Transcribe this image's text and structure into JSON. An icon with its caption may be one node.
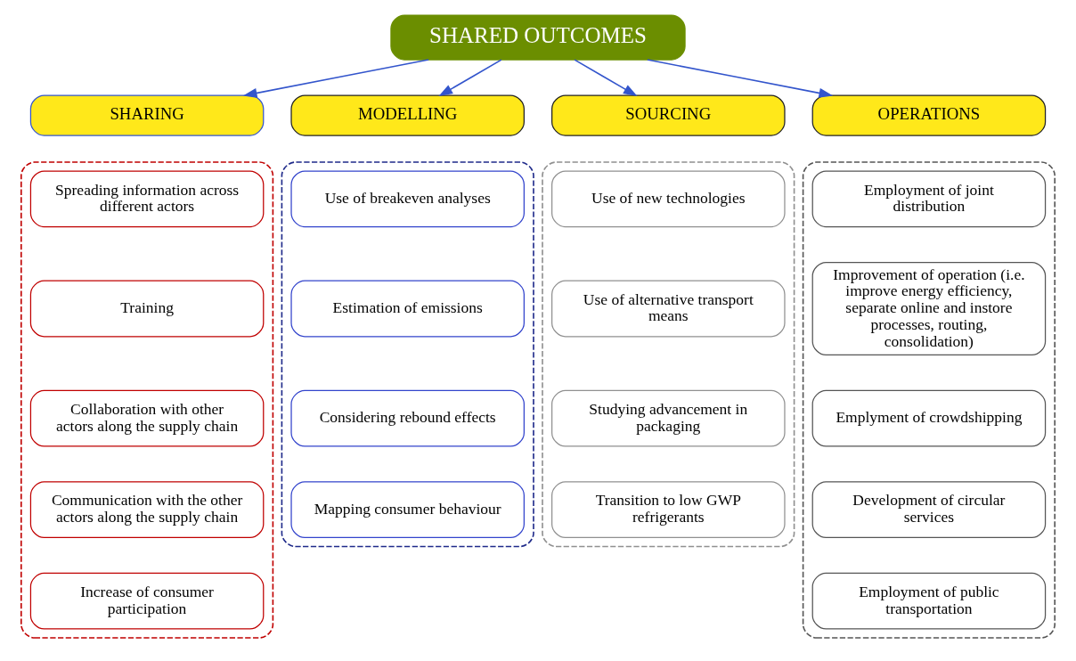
{
  "diagram": {
    "nodes": [
      {
        "text": [
          "SHARED OUTCOMES"
        ]
      },
      {
        "text": [
          "SHARING"
        ]
      },
      {
        "text": [
          "MODELLING"
        ]
      },
      {
        "text": [
          "SOURCING"
        ]
      },
      {
        "text": [
          "OPERATIONS"
        ]
      },
      {
        "text": [],
        "shape": "box"
      },
      {
        "text": [
          "Spreading information across different actors"
        ],
        "in": 5
      },
      {
        "text": [
          "Training"
        ],
        "in": 5
      },
      {
        "text": [
          "Collaboration with other actors along the supply chain"
        ],
        "in": 5
      },
      {
        "text": [
          "Communication with the other actors along the supply chain"
        ],
        "in": 5
      },
      {
        "text": [
          "Increase of consumer participation"
        ],
        "in": 5
      },
      {
        "text": [],
        "shape": "box"
      },
      {
        "text": [
          "Use of breakeven analyses"
        ],
        "in": 11
      },
      {
        "text": [
          "Estimation of emissions"
        ],
        "in": 11
      },
      {
        "text": [
          "Considering rebound effects"
        ],
        "in": 11
      },
      {
        "text": [
          "Mapping consumer behaviour"
        ],
        "in": 11
      },
      {
        "text": [],
        "shape": "box"
      },
      {
        "text": [
          "Use of new technologies"
        ],
        "in": 16
      },
      {
        "text": [
          "Use of alternative transport means"
        ],
        "in": 16
      },
      {
        "text": [
          "Studying advancement in packaging"
        ],
        "in": 16
      },
      {
        "text": [
          "Transition to low GWP refrigerants"
        ],
        "in": 16
      },
      {
        "text": [],
        "shape": "box"
      },
      {
        "text": [
          "Employment of joint distribution"
        ],
        "in": 21
      },
      {
        "text": [
          "Improvement of operation (i.e. improve energy efficiency, separate online and instore processes, routing, consolidation)"
        ],
        "in": 21
      },
      {
        "text": [
          "Emplyment of crowdshipping"
        ],
        "in": 21
      },
      {
        "text": [
          "Development of circular services"
        ],
        "in": 21
      },
      {
        "text": [
          "Employment of public transportation"
        ],
        "in": 21
      }
    ],
    "edges": [
      {
        "from": 0,
        "to": 1,
        "arrow": "to"
      },
      {
        "from": 0,
        "to": 2,
        "arrow": "to"
      },
      {
        "from": 0,
        "to": 3,
        "arrow": "to"
      },
      {
        "from": 0,
        "to": 4,
        "arrow": "to"
      }
    ]
  }
}
